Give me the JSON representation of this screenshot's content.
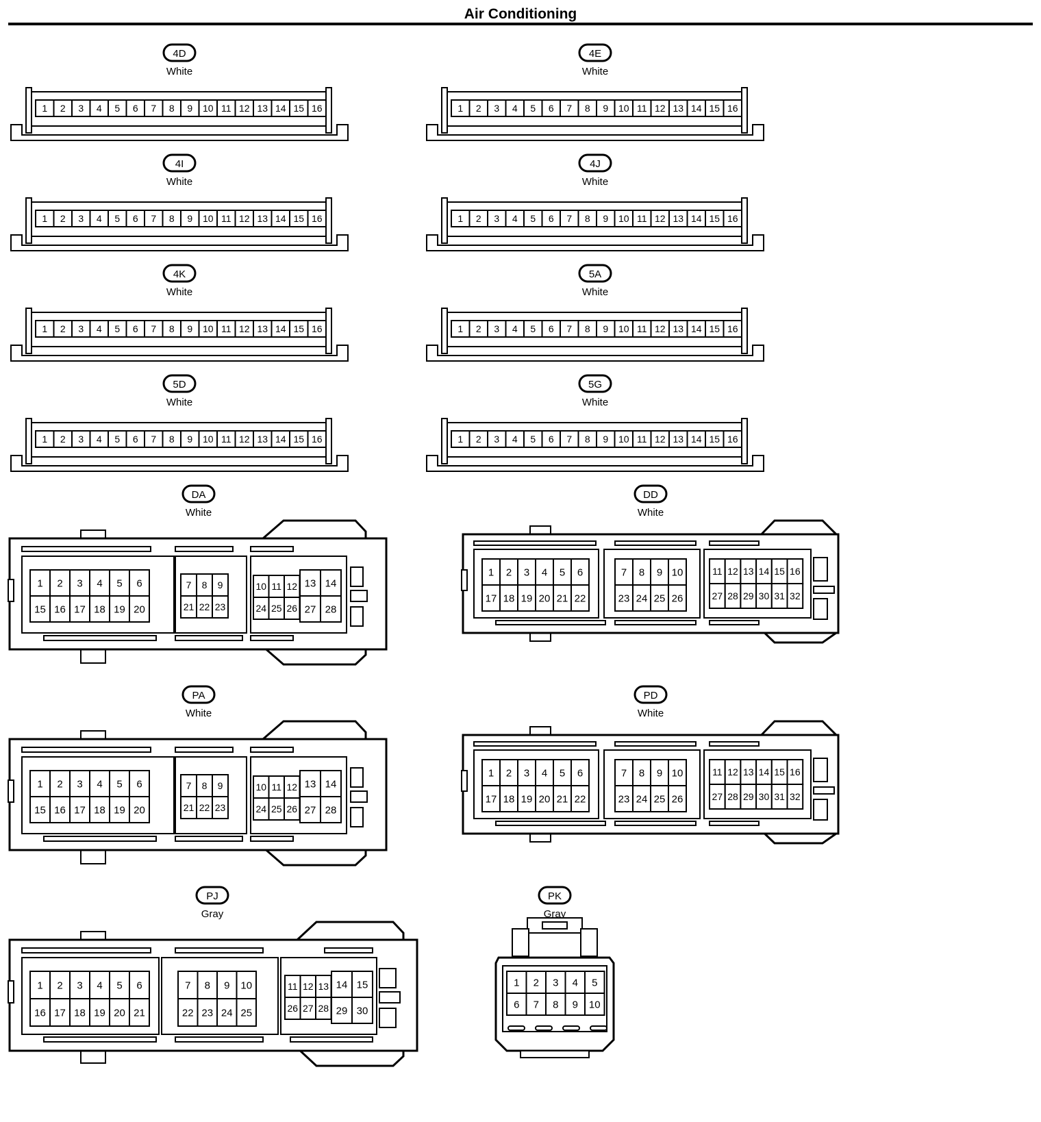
{
  "title": "Air Conditioning",
  "connectors": [
    {
      "id": "4D",
      "color": "White",
      "type": "strip16"
    },
    {
      "id": "4E",
      "color": "White",
      "type": "strip16"
    },
    {
      "id": "4I",
      "color": "White",
      "type": "strip16"
    },
    {
      "id": "4J",
      "color": "White",
      "type": "strip16"
    },
    {
      "id": "4K",
      "color": "White",
      "type": "strip16"
    },
    {
      "id": "5A",
      "color": "White",
      "type": "strip16"
    },
    {
      "id": "5D",
      "color": "White",
      "type": "strip16"
    },
    {
      "id": "5G",
      "color": "White",
      "type": "strip16"
    },
    {
      "id": "DA",
      "color": "White",
      "type": "block28"
    },
    {
      "id": "DD",
      "color": "White",
      "type": "block32"
    },
    {
      "id": "PA",
      "color": "White",
      "type": "block28"
    },
    {
      "id": "PD",
      "color": "White",
      "type": "block32"
    },
    {
      "id": "PJ",
      "color": "Gray",
      "type": "block30"
    },
    {
      "id": "PK",
      "color": "Gray",
      "type": "block10"
    }
  ]
}
